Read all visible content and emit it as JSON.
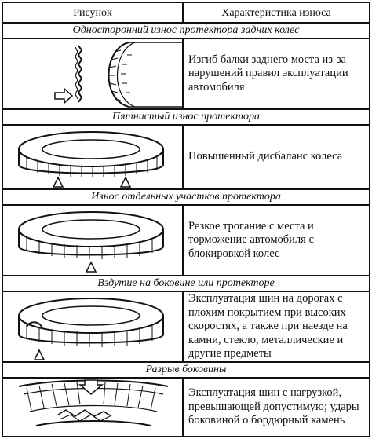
{
  "table": {
    "header_left": "Рисунок",
    "header_right": "Характеристика износа",
    "rows": [
      {
        "title": "Односторонний износ протектора задних колес",
        "description": "Изгиб балки заднего моста из-за нарушений правил эксплуатации автомобиля"
      },
      {
        "title": "Пятнистый износ протектора",
        "description": "Повышенный дисбаланс колеса"
      },
      {
        "title": "Износ отдельных участков протектора",
        "description": "Резкое трогание с места и торможение автомобиля с блокировкой колес"
      },
      {
        "title": "Вздутие на боковине или протекторе",
        "description": "Эксплуатация шин на дорогах с плохим покрытием при высоких скоростях, а также при наезде на камни, стекло, металлические и другие предметы"
      },
      {
        "title": "Разрыв боковины",
        "description": "Эксплуатация шин с нагрузкой, превышающей допустимую; удары боковиной о бордюрный камень"
      }
    ]
  }
}
